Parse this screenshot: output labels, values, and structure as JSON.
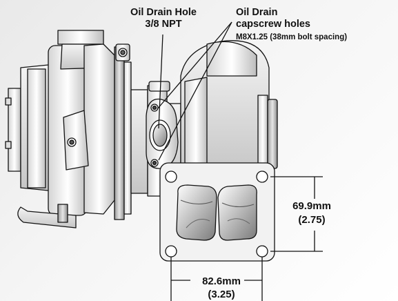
{
  "labels": {
    "oil_drain_hole_line1": "Oil Drain Hole",
    "oil_drain_hole_line2": "3/8 NPT",
    "capscrew_line1": "Oil Drain",
    "capscrew_line2": "capscrew holes",
    "capscrew_spec": "M8X1.25 (38mm bolt spacing)",
    "height_mm": "69.9mm",
    "height_in": "(2.75)",
    "width_mm": "82.6mm",
    "width_in": "(3.25)"
  },
  "colors": {
    "line": "#111111",
    "background": "#f2f2f2",
    "metal_light": "#ffffff",
    "metal_mid": "#c9c9c9",
    "metal_dark": "#8a8a8a"
  }
}
